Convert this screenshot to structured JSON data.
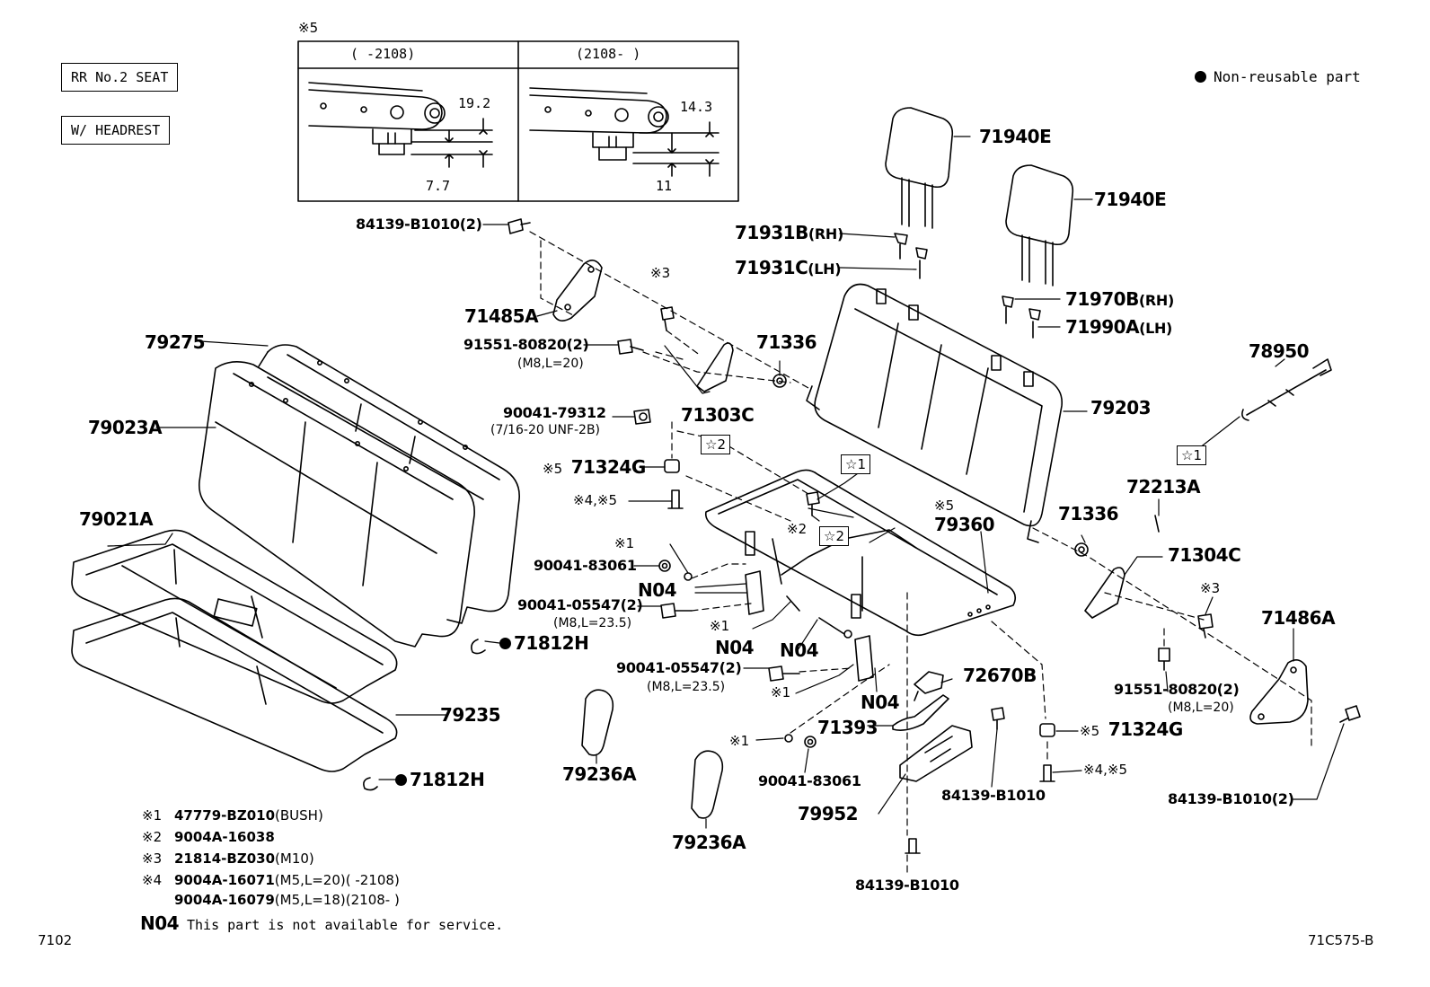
{
  "title_boxes": {
    "seat": "RR No.2 SEAT",
    "headrest": "W/ HEADREST"
  },
  "legend": {
    "non_reusable": "Non-reusable part"
  },
  "inset": {
    "ref_mark": "※5",
    "left_header": "(    -2108)",
    "right_header": "(2108-    )",
    "left_dim_top": "19.2",
    "left_dim_bottom": "7.7",
    "right_dim_top": "14.3",
    "right_dim_bottom": "11"
  },
  "stars": {
    "s1": "☆1",
    "s2": "☆2"
  },
  "refs": {
    "r1": "※1",
    "r2": "※2",
    "r3": "※3",
    "r45": "※4,※5",
    "r5": "※5"
  },
  "parts": {
    "p84139_b1010_2": "84139-B1010(2)",
    "p84139_b1010": "84139-B1010",
    "p71485a": "71485A",
    "p71486a": "71486A",
    "p79275": "79275",
    "p79023a": "79023A",
    "p79021a": "79021A",
    "p79235": "79235",
    "p71812h": "71812H",
    "p91551_80820_2": "91551-80820(2)",
    "m8_l20": "(M8,L=20)",
    "p90041_79312": "90041-79312",
    "unf": "(7/16-20 UNF-2B)",
    "p71324g": "71324G",
    "p71303c": "71303C",
    "p71304c": "71304C",
    "p71336": "71336",
    "p71940e": "71940E",
    "p71931b": "71931B",
    "rh": "(RH)",
    "p71931c": "71931C",
    "lh": "(LH)",
    "p71970b": "71970B",
    "p71990a": "71990A",
    "p78950": "78950",
    "p79203": "79203",
    "p79360": "79360",
    "p72213a": "72213A",
    "p90041_83061": "90041-83061",
    "p90041_05547_2": "90041-05547(2)",
    "m8_l235": "(M8,L=23.5)",
    "n04": "N04",
    "p72670b": "72670B",
    "p71393": "71393",
    "p79236a": "79236A",
    "p79952": "79952"
  },
  "notes": [
    {
      "mark": "※1",
      "code": "47779-BZ010",
      "desc": "(BUSH)"
    },
    {
      "mark": "※2",
      "code": "9004A-16038",
      "desc": ""
    },
    {
      "mark": "※3",
      "code": "21814-BZ030",
      "desc": "(M10)"
    },
    {
      "mark": "※4",
      "code": "9004A-16071",
      "desc": "(M5,L=20)(    -2108)"
    },
    {
      "mark": "",
      "code": "9004A-16079",
      "desc": "(M5,L=18)(2108-    )"
    }
  ],
  "n04_note": {
    "code": "N04",
    "desc": "This part is not available for service."
  },
  "footer": {
    "page_code": "7102",
    "figure_code": "71C575-B"
  }
}
